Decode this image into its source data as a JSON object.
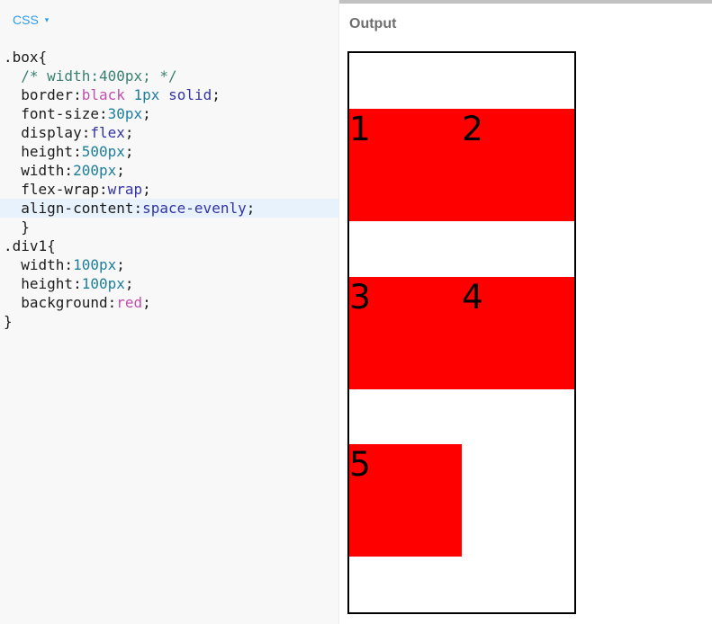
{
  "editor": {
    "language_label": "CSS",
    "dropdown_icon": "▾",
    "active_line_index": 8,
    "code_lines": [
      {
        "tokens": [
          {
            "t": ".box{",
            "c": "plain"
          }
        ]
      },
      {
        "tokens": [
          {
            "t": "  ",
            "c": "plain"
          },
          {
            "t": "/* width:400px; */",
            "c": "comment"
          }
        ]
      },
      {
        "tokens": [
          {
            "t": "  border:",
            "c": "plain"
          },
          {
            "t": "black",
            "c": "colorkw"
          },
          {
            "t": " ",
            "c": "plain"
          },
          {
            "t": "1px",
            "c": "number"
          },
          {
            "t": " ",
            "c": "plain"
          },
          {
            "t": "solid",
            "c": "keyword"
          },
          {
            "t": ";",
            "c": "plain"
          }
        ]
      },
      {
        "tokens": [
          {
            "t": "  font-size:",
            "c": "plain"
          },
          {
            "t": "30px",
            "c": "number"
          },
          {
            "t": ";",
            "c": "plain"
          }
        ]
      },
      {
        "tokens": [
          {
            "t": "  display:",
            "c": "plain"
          },
          {
            "t": "flex",
            "c": "keyword"
          },
          {
            "t": ";",
            "c": "plain"
          }
        ]
      },
      {
        "tokens": [
          {
            "t": "  height:",
            "c": "plain"
          },
          {
            "t": "500px",
            "c": "number"
          },
          {
            "t": ";",
            "c": "plain"
          }
        ]
      },
      {
        "tokens": [
          {
            "t": "  width:",
            "c": "plain"
          },
          {
            "t": "200px",
            "c": "number"
          },
          {
            "t": ";",
            "c": "plain"
          }
        ]
      },
      {
        "tokens": [
          {
            "t": "  flex-wrap:",
            "c": "plain"
          },
          {
            "t": "wrap",
            "c": "keyword"
          },
          {
            "t": ";",
            "c": "plain"
          }
        ]
      },
      {
        "tokens": [
          {
            "t": "  align-content:",
            "c": "plain"
          },
          {
            "t": "space-evenly",
            "c": "keyword"
          },
          {
            "t": ";",
            "c": "plain"
          }
        ]
      },
      {
        "tokens": [
          {
            "t": "  }",
            "c": "plain"
          }
        ]
      },
      {
        "tokens": [
          {
            "t": ".div1{",
            "c": "plain"
          }
        ]
      },
      {
        "tokens": [
          {
            "t": "  width:",
            "c": "plain"
          },
          {
            "t": "100px",
            "c": "number"
          },
          {
            "t": ";",
            "c": "plain"
          }
        ]
      },
      {
        "tokens": [
          {
            "t": "  height:",
            "c": "plain"
          },
          {
            "t": "100px",
            "c": "number"
          },
          {
            "t": ";",
            "c": "plain"
          }
        ]
      },
      {
        "tokens": [
          {
            "t": "  background:",
            "c": "plain"
          },
          {
            "t": "red",
            "c": "colorkw"
          },
          {
            "t": ";",
            "c": "plain"
          }
        ]
      },
      {
        "tokens": [
          {
            "t": "}",
            "c": "plain"
          }
        ]
      }
    ]
  },
  "output": {
    "title": "Output",
    "flex_items": [
      "1",
      "2",
      "3",
      "4",
      "5"
    ]
  },
  "colors": {
    "accent_blue": "#2d9bf0",
    "active_line_bg": "#e8f2fc",
    "comment": "#3a8070",
    "number": "#1d7e9c",
    "keyword": "#3333a3",
    "color_keyword": "#bf4fae",
    "item_red": "#ff0000",
    "output_title_gray": "#6f6f6f",
    "editor_bg": "#f8f8f8",
    "drag_bar_gray": "#c1c1c1"
  }
}
